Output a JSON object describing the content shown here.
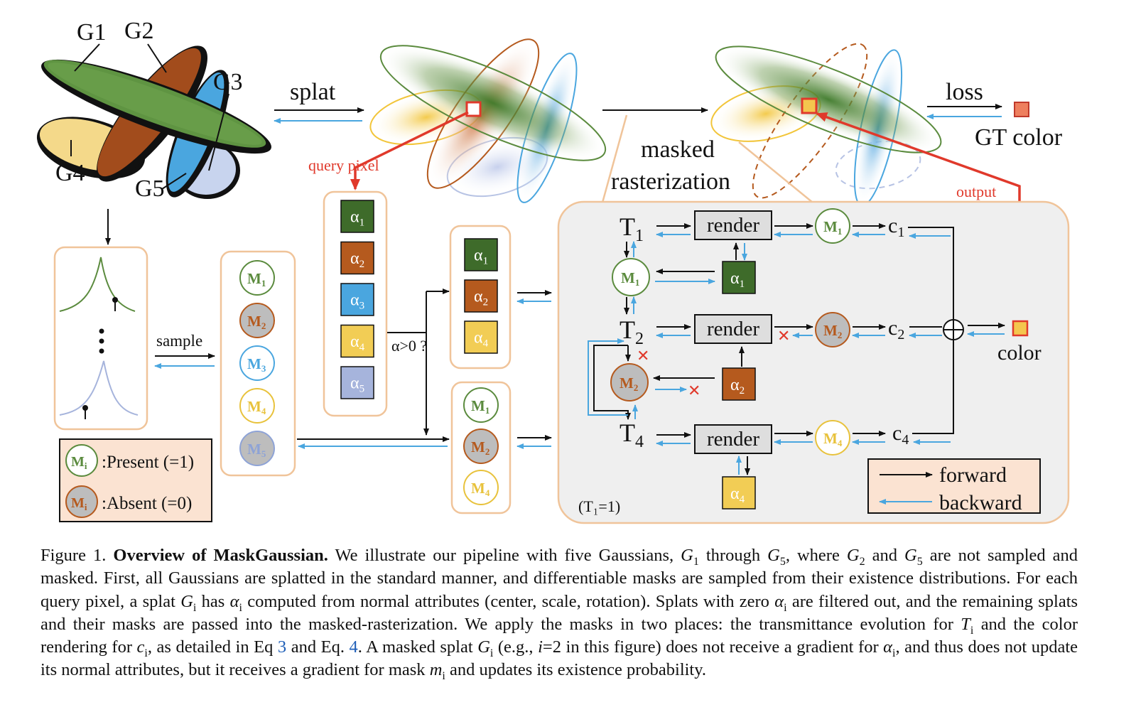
{
  "figure": {
    "gaussian_labels": [
      "G1",
      "G2",
      "G3",
      "G4",
      "G5"
    ],
    "splat_label": "splat",
    "loss_label": "loss",
    "gt_color_label": "GT color",
    "query_pixel_label": "query pixel",
    "masked_label": "masked",
    "rasterization_label": "rasterization",
    "output_label": "output",
    "sample_label": "sample",
    "filter_label": "α>0 ?",
    "alpha_boxes": [
      {
        "sub": "1",
        "color": "#3e6b2a"
      },
      {
        "sub": "2",
        "color": "#b55a1e"
      },
      {
        "sub": "3",
        "color": "#4aa6df"
      },
      {
        "sub": "4",
        "color": "#f2cd55"
      },
      {
        "sub": "5",
        "color": "#a6b4dc"
      }
    ],
    "filtered_alpha_boxes": [
      {
        "sub": "1",
        "color": "#3e6b2a"
      },
      {
        "sub": "2",
        "color": "#b55a1e"
      },
      {
        "sub": "4",
        "color": "#f2cd55"
      }
    ],
    "mask_circles": [
      {
        "sub": "1",
        "color": "#5b8b3e",
        "absent": false
      },
      {
        "sub": "2",
        "color": "#b55a1e",
        "absent": true
      },
      {
        "sub": "3",
        "color": "#4aa6df",
        "absent": false
      },
      {
        "sub": "4",
        "color": "#e8c23c",
        "absent": false
      },
      {
        "sub": "5",
        "color": "#8ea3d6",
        "absent": true
      }
    ],
    "filtered_masks": [
      {
        "sub": "1",
        "color": "#5b8b3e",
        "absent": false
      },
      {
        "sub": "2",
        "color": "#b55a1e",
        "absent": true
      },
      {
        "sub": "4",
        "color": "#e8c23c",
        "absent": false
      }
    ],
    "legend_present": ":Present (=1)",
    "legend_absent": ":Absent (=0)",
    "legend_mi": "M",
    "legend_mi_sub": "i",
    "render_label": "render",
    "t_labels": [
      {
        "main": "T",
        "sub": "1"
      },
      {
        "main": "T",
        "sub": "2"
      },
      {
        "main": "T",
        "sub": "4"
      }
    ],
    "c_labels": [
      {
        "main": "c",
        "sub": "1"
      },
      {
        "main": "c",
        "sub": "2"
      },
      {
        "main": "c",
        "sub": "4"
      }
    ],
    "color_label": "color",
    "t1_note": "(T₁=1)",
    "forward_label": "forward",
    "backward_label": "backward",
    "colors": {
      "green": "#3e6b2a",
      "brown": "#b55a1e",
      "blue": "#4aa6df",
      "yellow": "#f2cd55",
      "lavender": "#a6b4dc",
      "red": "#e0392b",
      "backward_arrow": "#4aa6df",
      "panel_border": "#f0c49a",
      "legend_fill": "#fbe3d2"
    }
  },
  "caption": {
    "label": "Figure 1.",
    "bold": "Overview of MaskGaussian.",
    "s1": "We illustrate our pipeline with five Gaussians,",
    "g1": "G",
    "g1_sub": "1",
    "s2": "through",
    "g5": "G",
    "g5_sub": "5",
    "s3": ", where",
    "g2": "G",
    "g2_sub": "2",
    "s4": "and",
    "g5b": "G",
    "g5b_sub": "5",
    "s5": "are not sampled and masked. First, all Gaussians are splatted in the standard manner, and differentiable masks are sampled from their existence distributions. For each query pixel, a splat",
    "gi": "G",
    "gi_sub": "i",
    "s6": "has",
    "ai": "α",
    "ai_sub": "i",
    "s7": "computed from normal attributes (center, scale, rotation). Splats with zero",
    "ai2": "α",
    "ai2_sub": "i",
    "s8": "are filtered out, and the remaining splats and their masks are passed into the masked-rasterization. We apply the masks in two places: the transmittance evolution for",
    "ti": "T",
    "ti_sub": "i",
    "s9": "and the color rendering for",
    "ci": "c",
    "ci_sub": "i",
    "s10": ", as detailed in Eq",
    "eq3": "3",
    "s11": "and Eq.",
    "eq4": "4",
    "s12": ". A masked splat",
    "gi2": "G",
    "gi2_sub": "i",
    "s13": "(e.g.,",
    "i_eq": "i",
    "s14": "=2 in this figure) does not receive a gradient for",
    "ai3": "α",
    "ai3_sub": "i",
    "s15": ", and thus does not update its normal attributes, but it receives a gradient for mask",
    "mi": "m",
    "mi_sub": "i",
    "s16": "and updates its existence probability."
  }
}
